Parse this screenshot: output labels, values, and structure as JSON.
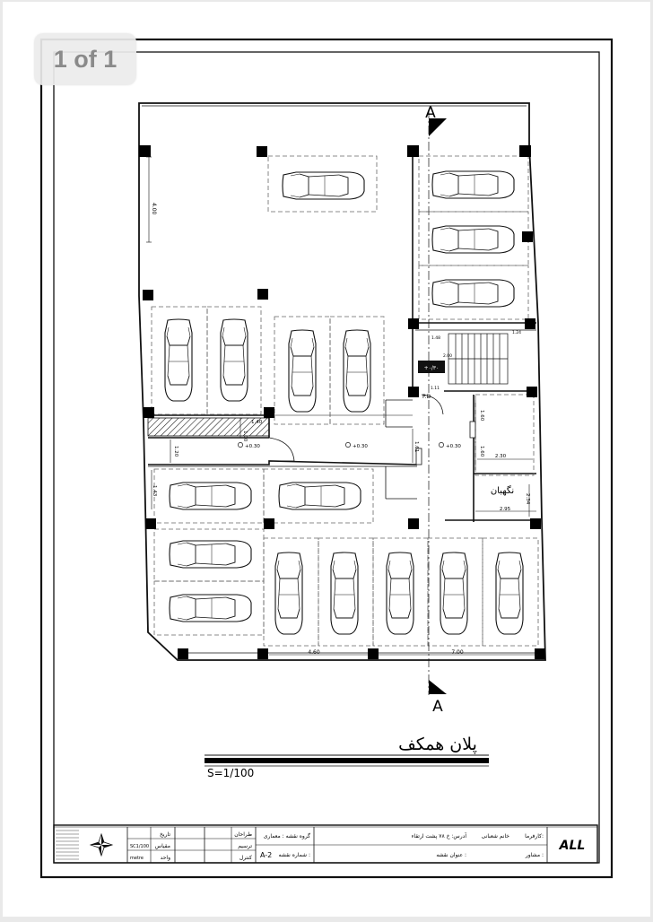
{
  "viewer": {
    "page_indicator": "1 of 1"
  },
  "plan": {
    "section_marker": "A",
    "title_persian": "پلان همکف",
    "scale_text": "S=1/100",
    "room_guard": "نگهبان",
    "stair_label": "+۰/۳۰",
    "pd_label": "P.D",
    "levels": [
      "+0.30",
      "+0.30",
      "+0.30"
    ],
    "dimensions": {
      "left_vertical": "4.00",
      "small_140": "1.40",
      "small_100": "1.00",
      "small_120": "1.20",
      "small_161": "1.61",
      "small_143": "1.43",
      "bottom_460": "4.60",
      "bottom_700": "7.00",
      "right_160a": "1.60",
      "right_160b": "1.60",
      "right_230": "2.30",
      "right_295": "2.95",
      "right_234": "2.34",
      "stair_148": "1.48",
      "stair_124": "1.24",
      "stair_200": "2.00",
      "stair_111": "1.11"
    }
  },
  "title_block": {
    "client_label": "کارفرما:",
    "client_value": "خانم شعبانی",
    "address_value": "آدرس: خ ۷۸ پشت ارتقاء",
    "consultant_label": "مشاور :",
    "sheet_title_label": "عنوان نقشه :",
    "group_label": "گروه نقشه : معماری",
    "sheet_no_label": "شماره نقشه :",
    "sheet_no_value": "A-2",
    "designer": "طراحان",
    "drafter": "ترسیم",
    "checker": "کنترل",
    "date_label": "تاریخ",
    "scale_label": "مقیاس",
    "scale_value": "SC1/100",
    "unit_label": "واحد",
    "unit_value": "metre",
    "logo_text": "ALL"
  }
}
